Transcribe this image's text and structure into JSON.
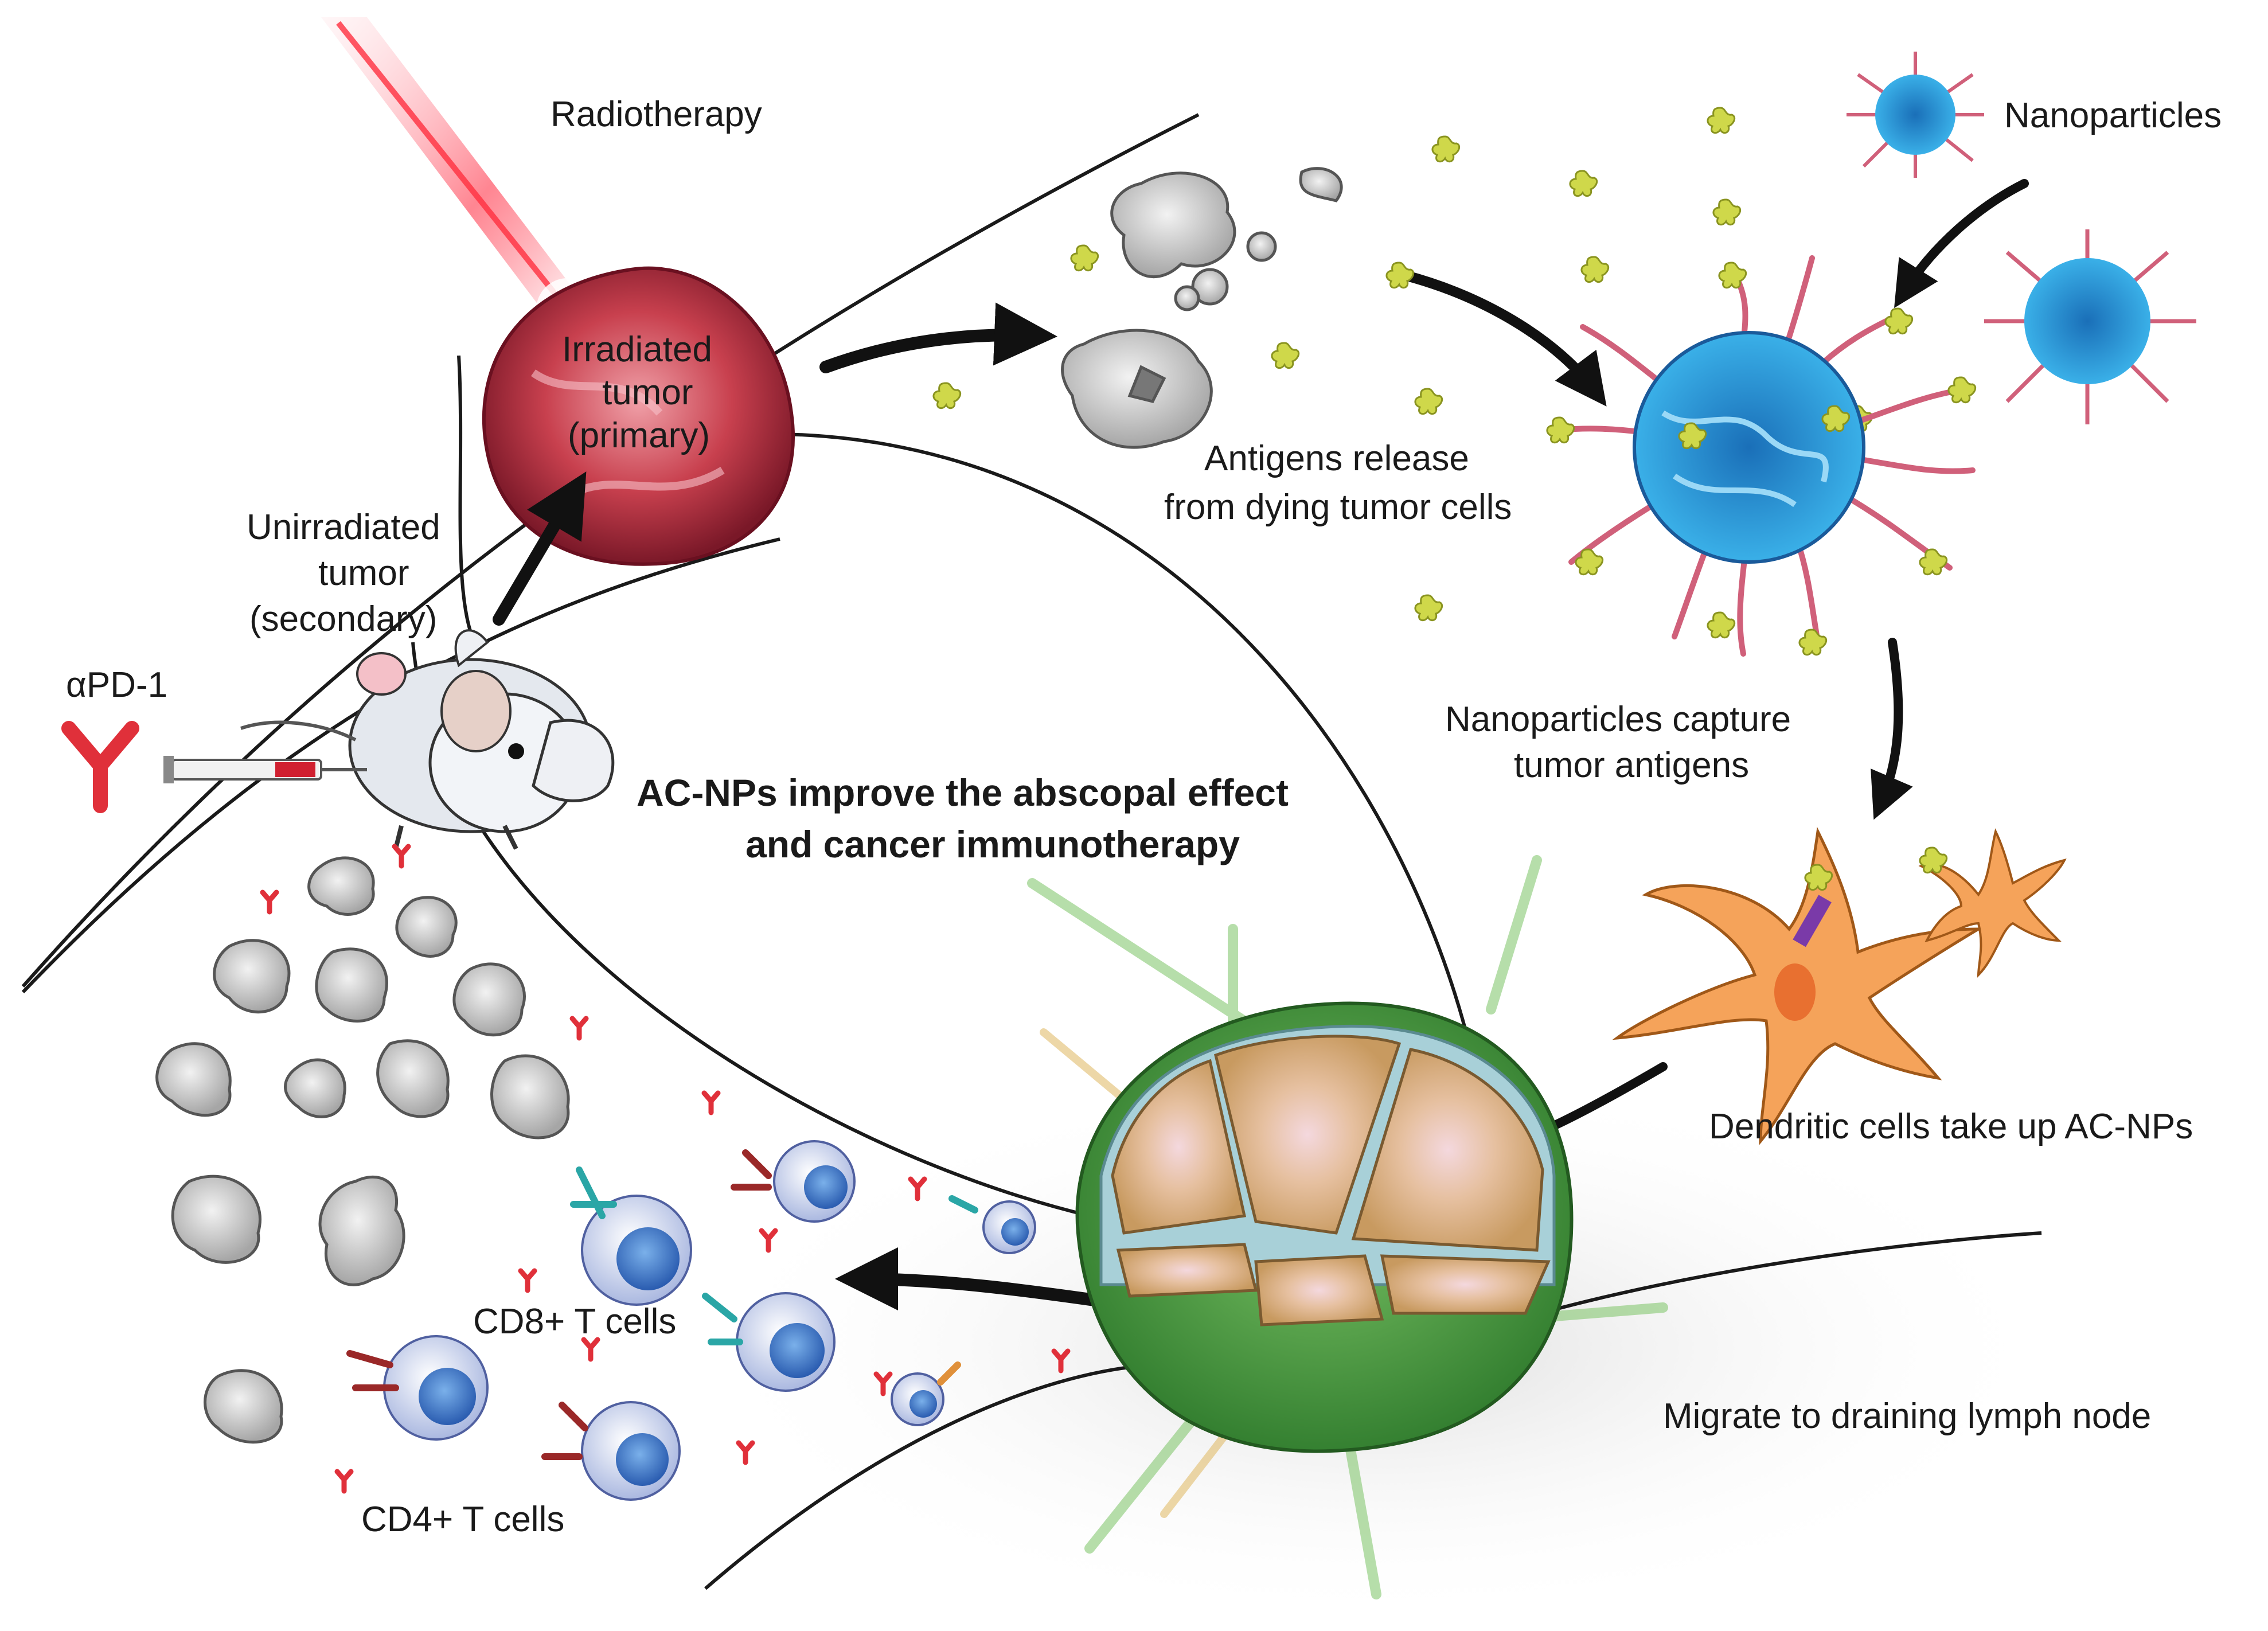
{
  "labels": {
    "radiotherapy": "Radiotherapy",
    "irradiated_1": "Irradiated",
    "irradiated_2": "tumor",
    "irradiated_3": "(primary)",
    "unirradiated_1": "Unirradiated",
    "unirradiated_2": "tumor",
    "unirradiated_3": "(secondary)",
    "apd1": "αPD-1",
    "antigens_1": "Antigens release",
    "antigens_2": "from dying tumor cells",
    "nanoparticles": "Nanoparticles",
    "capture_1": "Nanoparticles capture",
    "capture_2": "tumor antigens",
    "title_1": "AC-NPs improve the abscopal effect",
    "title_2": "and cancer immunotherapy",
    "dendritic": "Dendritic cells take up AC-NPs",
    "migrate": "Migrate to draining lymph node",
    "cd8": "CD8+ T cells",
    "cd4": "CD4+ T cells"
  },
  "colors": {
    "tumor": "#c0404e",
    "beam": "#ff5a6a",
    "antigen": "#cfd84a",
    "np_core": "#2a8fd0",
    "np_corona": "#d0607a",
    "dendritic": "#f5a35a",
    "lymph_outer": "#58a848",
    "lymph_lobe": "#d8b07a",
    "lymph_gap": "#a8d0d8",
    "tcell": "#c8d4ee",
    "tcell_nucleus": "#3a78c8",
    "antibody": "#e0303a",
    "tumor_cell": "#bdbdbd"
  }
}
